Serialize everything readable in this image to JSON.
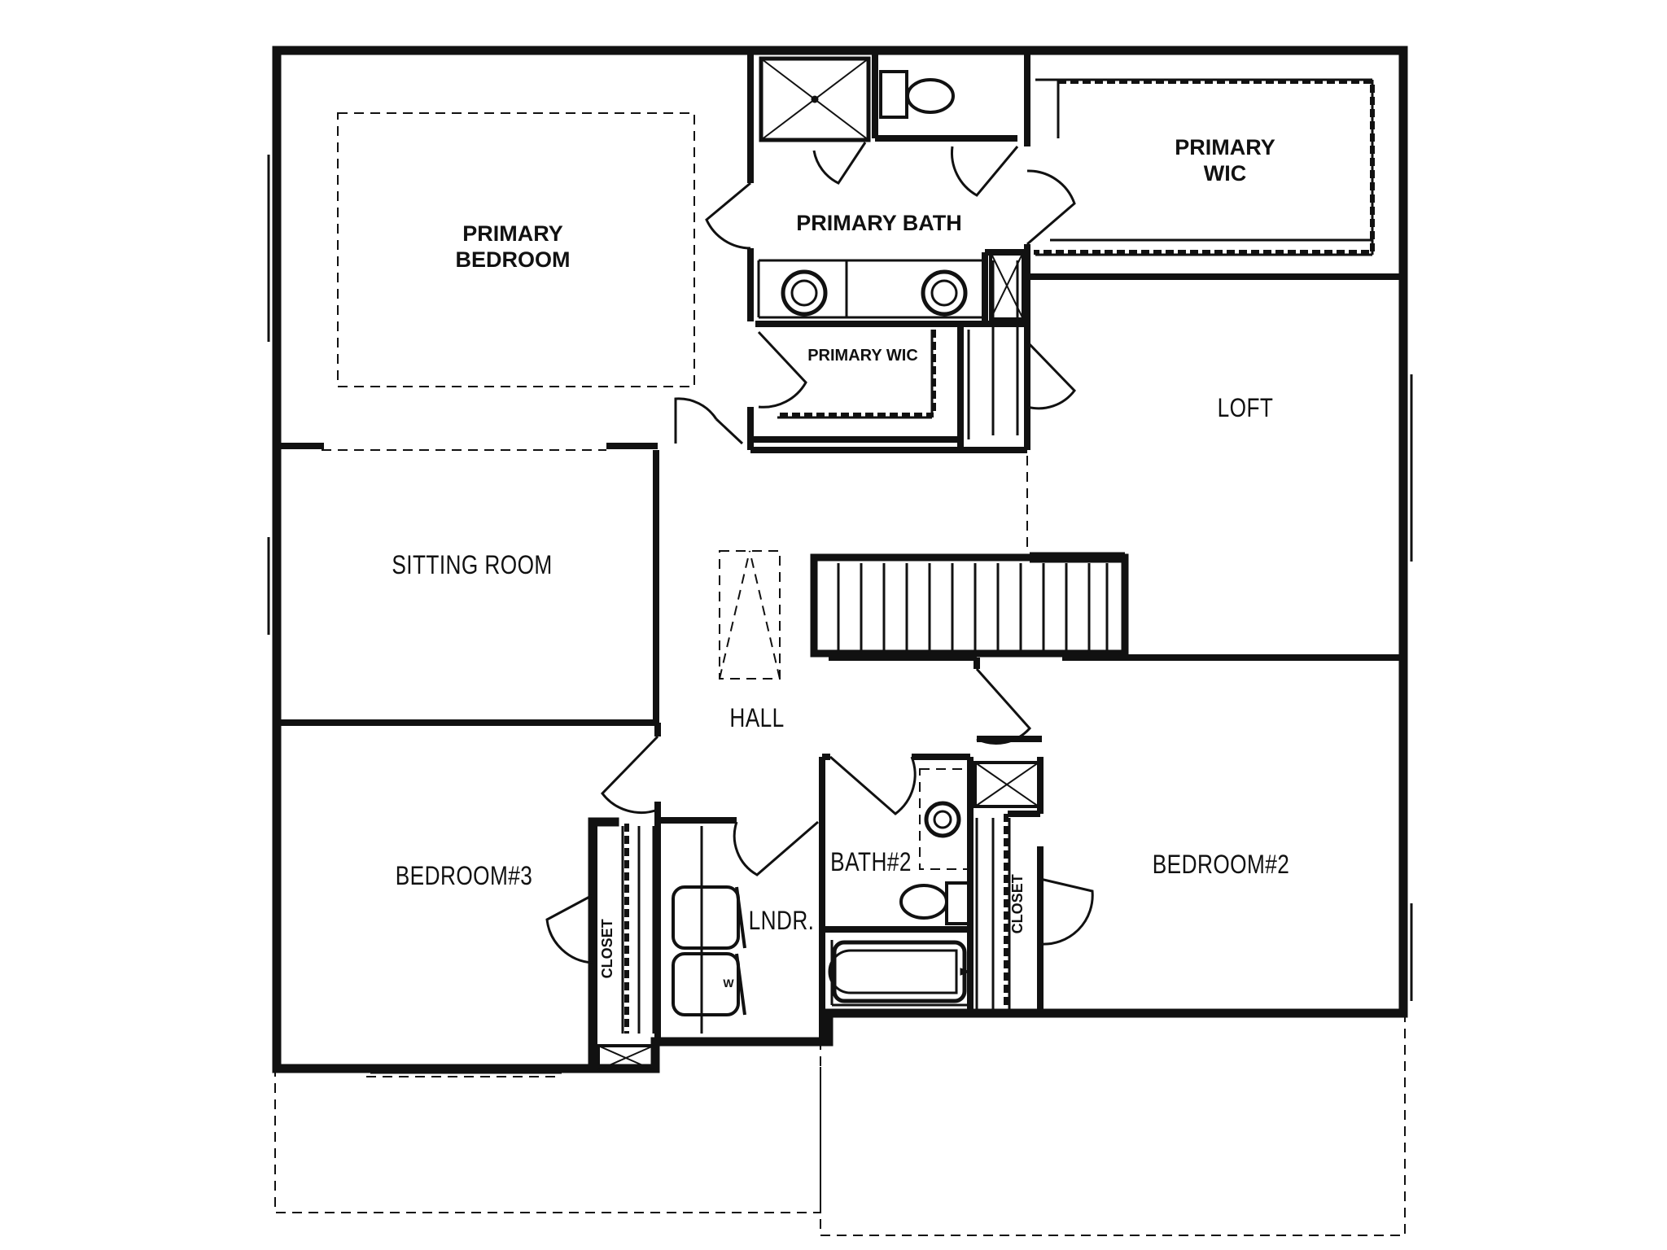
{
  "rooms": {
    "primary_bedroom": {
      "line1": "PRIMARY",
      "line2": "BEDROOM"
    },
    "primary_bath": "PRIMARY BATH",
    "primary_wic_upper": {
      "line1": "PRIMARY",
      "line2": "WIC"
    },
    "primary_wic_lower": "PRIMARY WIC",
    "loft": "LOFT",
    "sitting_room": "SITTING ROOM",
    "hall": "HALL",
    "bedroom3": "BEDROOM#3",
    "bedroom2": "BEDROOM#2",
    "bath2": "BATH#2",
    "laundry": "LNDR.",
    "closet_left": "CLOSET",
    "closet_right": "CLOSET",
    "washer_mark": "W"
  },
  "colors": {
    "wall": "#111111",
    "background": "#ffffff"
  }
}
